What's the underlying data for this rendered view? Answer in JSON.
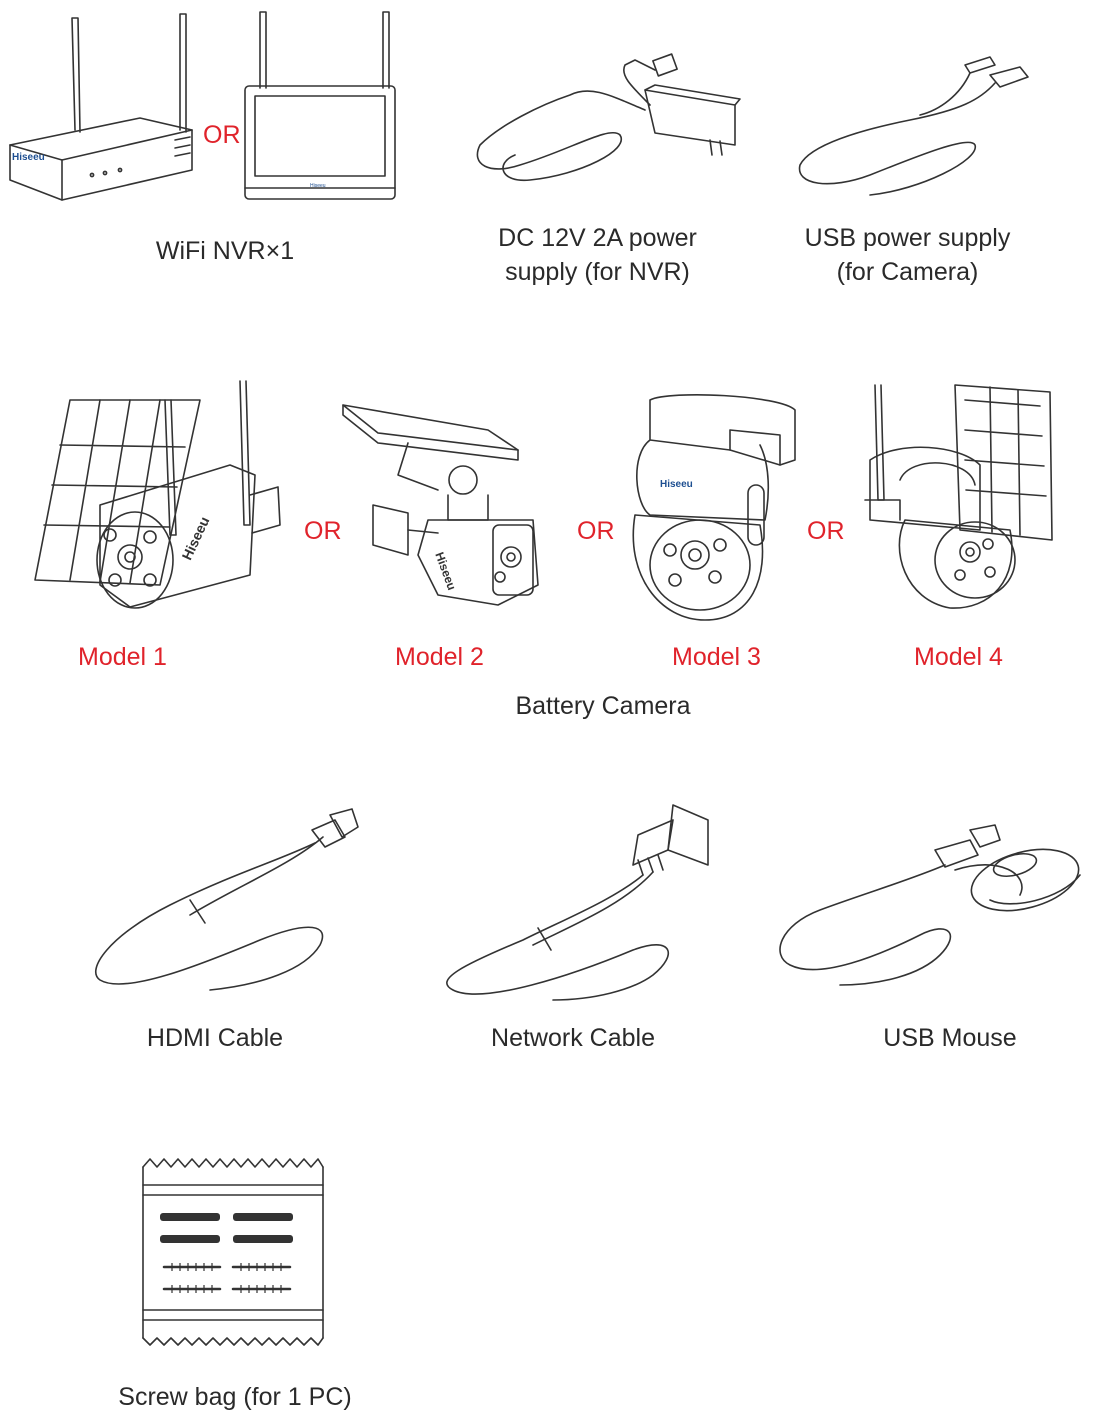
{
  "separator_or": "OR",
  "brand": "Hiseeu",
  "items": {
    "nvr": "WiFi NVR×1",
    "dc_power_line1": "DC 12V 2A power",
    "dc_power_line2": "supply (for NVR)",
    "usb_power_line1": "USB power supply",
    "usb_power_line2": "(for Camera)",
    "battery_camera": "Battery Camera",
    "hdmi": "HDMI Cable",
    "network": "Network Cable",
    "mouse": "USB Mouse",
    "screws": "Screw bag (for 1 PC)"
  },
  "models": [
    "Model 1",
    "Model 2",
    "Model 3",
    "Model 4"
  ],
  "colors": {
    "accent": "#e0232b",
    "text": "#2a2a2a",
    "line": "#333333"
  }
}
